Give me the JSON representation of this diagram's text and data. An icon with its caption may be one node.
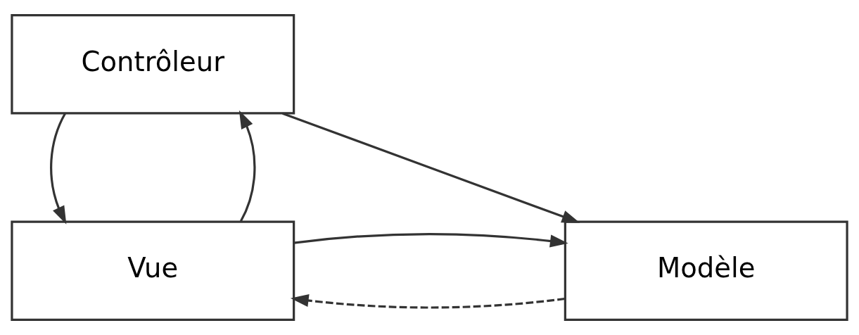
{
  "diagram": {
    "nodes": [
      {
        "text": [
          "Contrôleur"
        ]
      },
      {
        "text": [
          "Vue"
        ]
      },
      {
        "text": [
          "Modèle"
        ]
      }
    ],
    "edges": [
      {
        "from": 1,
        "to": 0,
        "arrow": "to"
      },
      {
        "from": 0,
        "to": 1,
        "arrow": "to"
      },
      {
        "from": 0,
        "to": 2,
        "arrow": "to"
      },
      {
        "from": 2,
        "to": 1,
        "arrow": "to",
        "style": "dashed"
      },
      {
        "from": 1,
        "to": 2,
        "arrow": "to"
      }
    ]
  }
}
